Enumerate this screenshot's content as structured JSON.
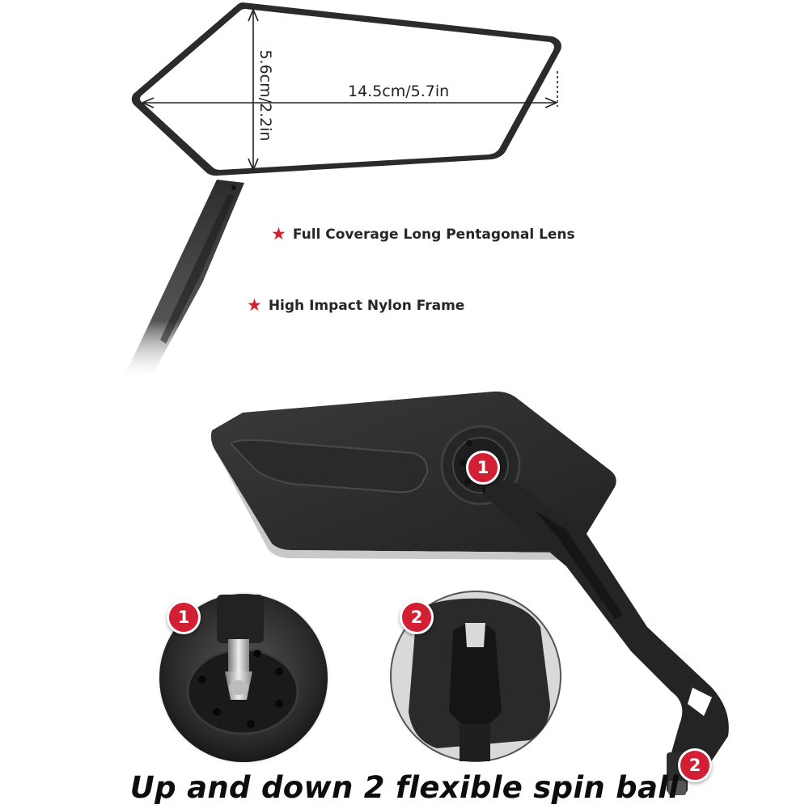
{
  "dimensions": {
    "width_label": "14.5cm/5.7in",
    "height_label": "5.6cm/2.2in"
  },
  "features": [
    {
      "icon": "star-icon",
      "text": "Full Coverage Long Pentagonal Lens"
    },
    {
      "icon": "star-icon",
      "text": "High Impact Nylon Frame"
    }
  ],
  "badges": [
    "1",
    "2",
    "1",
    "2"
  ],
  "caption": "Up and down 2 flexible spin ball",
  "colors": {
    "accent_red": "#d21f34",
    "frame_black": "#2a2a2a",
    "lens": "#ffffff"
  }
}
